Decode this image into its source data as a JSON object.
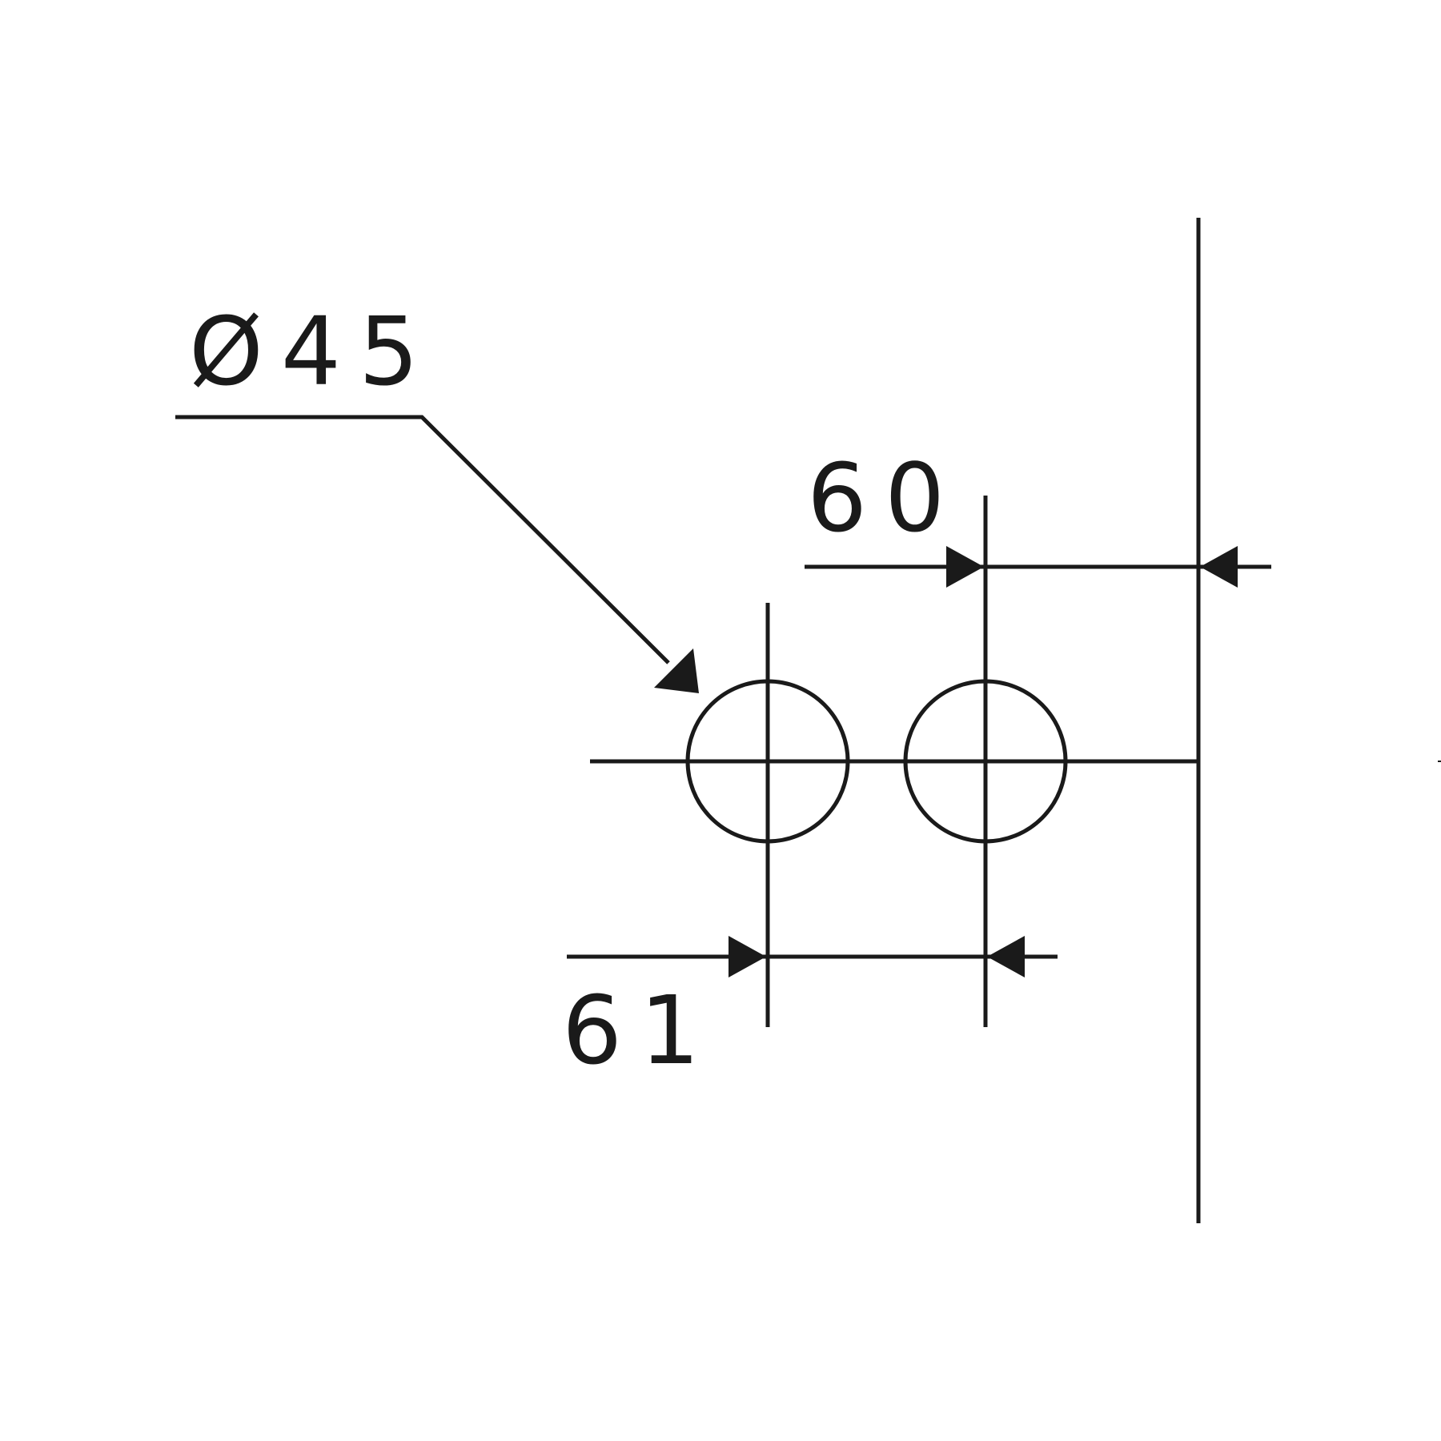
{
  "labels": {
    "hole_diameter": "Ø45",
    "edge_to_hole_center": "60",
    "hole_spacing": "61"
  },
  "colors": {
    "line": "#1a1a1a",
    "background": "#ffffff"
  }
}
